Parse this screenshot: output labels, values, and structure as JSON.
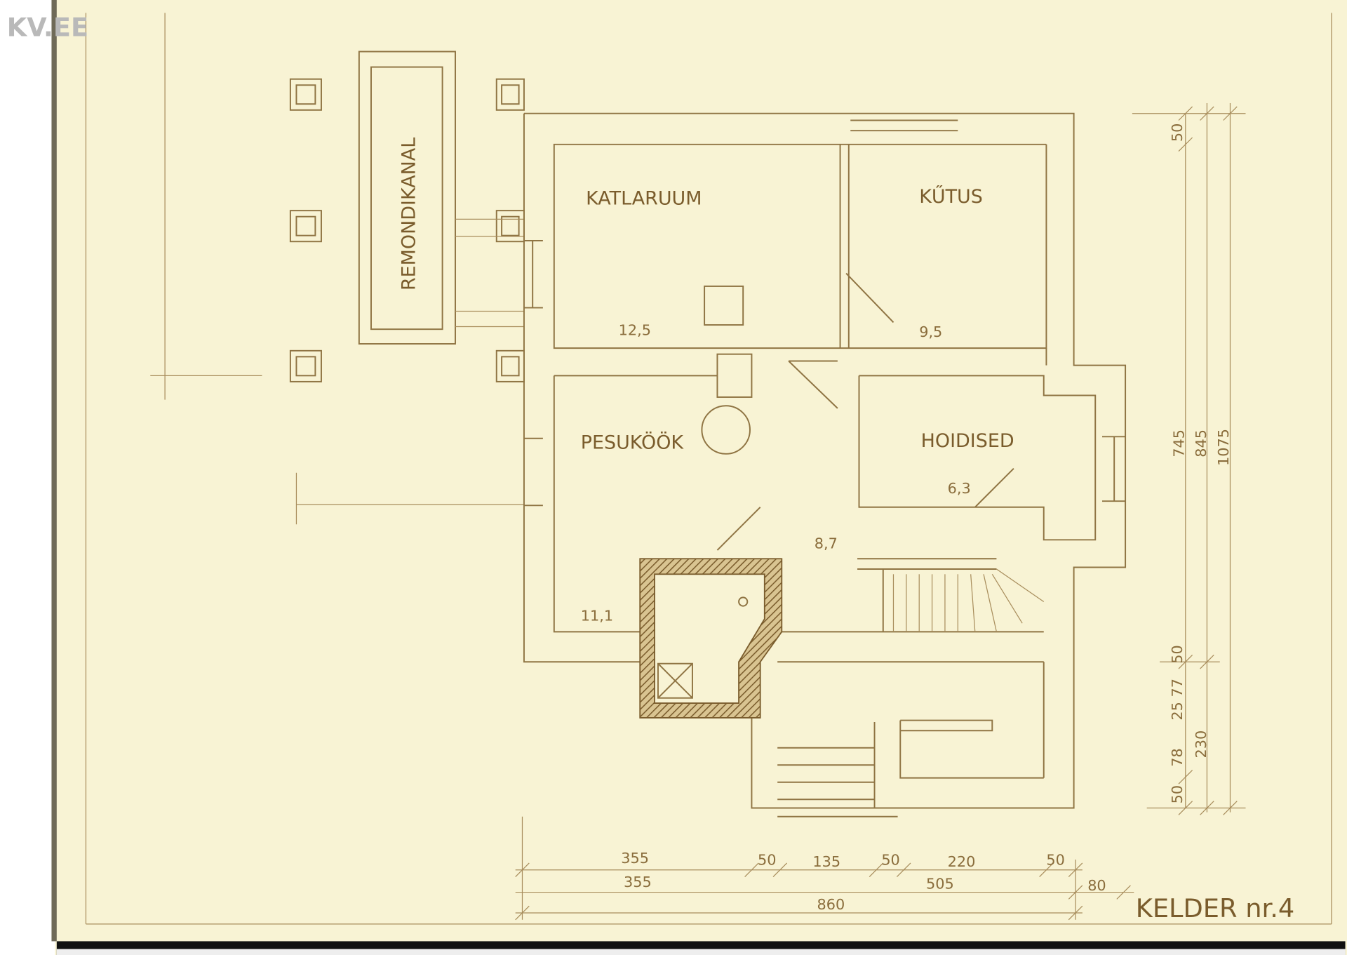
{
  "logo": {
    "text": "KV.EE"
  },
  "title": "KELDER nr.4",
  "rooms": [
    {
      "name": "KATLARUUM",
      "area": "12,5"
    },
    {
      "name": "KŰTUS",
      "area": "9,5"
    },
    {
      "name": "PESUKÖÖK",
      "area": "11,1"
    },
    {
      "name": "HOIDISED",
      "area": "6,3"
    },
    {
      "name": "",
      "area": "8,7"
    }
  ],
  "outside_label": "REMONDIKANAL",
  "dimensions": {
    "bottom_row1": [
      "355",
      "50",
      "135",
      "50",
      "220",
      "50"
    ],
    "bottom_row2": [
      "355",
      "505",
      "80"
    ],
    "bottom_total": "860",
    "right_top": "50",
    "right_totals": [
      "745",
      "845",
      "1075"
    ],
    "right_lower": [
      "50",
      "25 77",
      "230",
      "78",
      "50"
    ]
  },
  "colors": {
    "paper": "#f8f3d4",
    "ink": "#8f7443"
  }
}
